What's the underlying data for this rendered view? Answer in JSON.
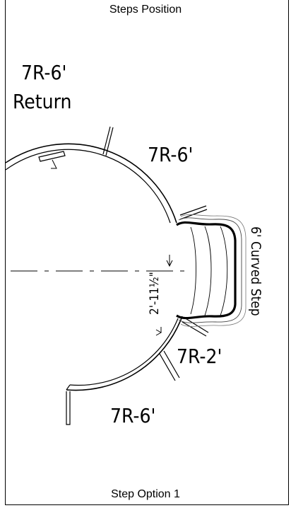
{
  "header": {
    "title": "Steps Position"
  },
  "footer": {
    "caption": "Step Option 1"
  },
  "drawing": {
    "labels": {
      "return_label_line1": "7R-6'",
      "return_label_line2": "Return",
      "top_right": "7R-6'",
      "right_small": "7R-2'",
      "bottom": "7R-6'",
      "curved_step": "6' Curved Step",
      "dimension": "2'-11½\""
    }
  }
}
